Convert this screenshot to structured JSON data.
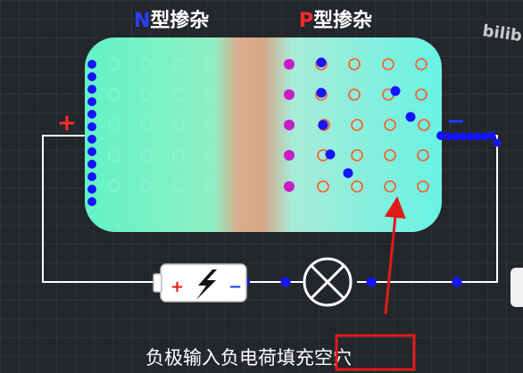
{
  "diagram": {
    "n_region": {
      "letter": "N",
      "suffix": "型掺杂",
      "letter_color": "#2a3cff"
    },
    "p_region": {
      "letter": "P",
      "suffix": "型掺杂",
      "letter_color": "#ff2a2a"
    },
    "left_terminal_sign": "+",
    "right_terminal_sign": "−",
    "battery": {
      "plus_label": "+",
      "minus_label": "−",
      "bolt_icon": "lightning-icon"
    },
    "lamp_icon": "lamp-icon",
    "caption": "负极输入负电荷填充空穴",
    "watermark": "bilib",
    "colors": {
      "n_region_fill": "#6cf2c8",
      "p_region_fill": "#6cf2e6",
      "junction_fill": "#d4a88a",
      "electron": "#1414ff",
      "hole_stroke": "#ff5a1e",
      "donor_ion": "#c81ec8",
      "wire": "#ffffff",
      "highlight_box": "#e01a1a",
      "arrow": "#e01a1a"
    }
  }
}
